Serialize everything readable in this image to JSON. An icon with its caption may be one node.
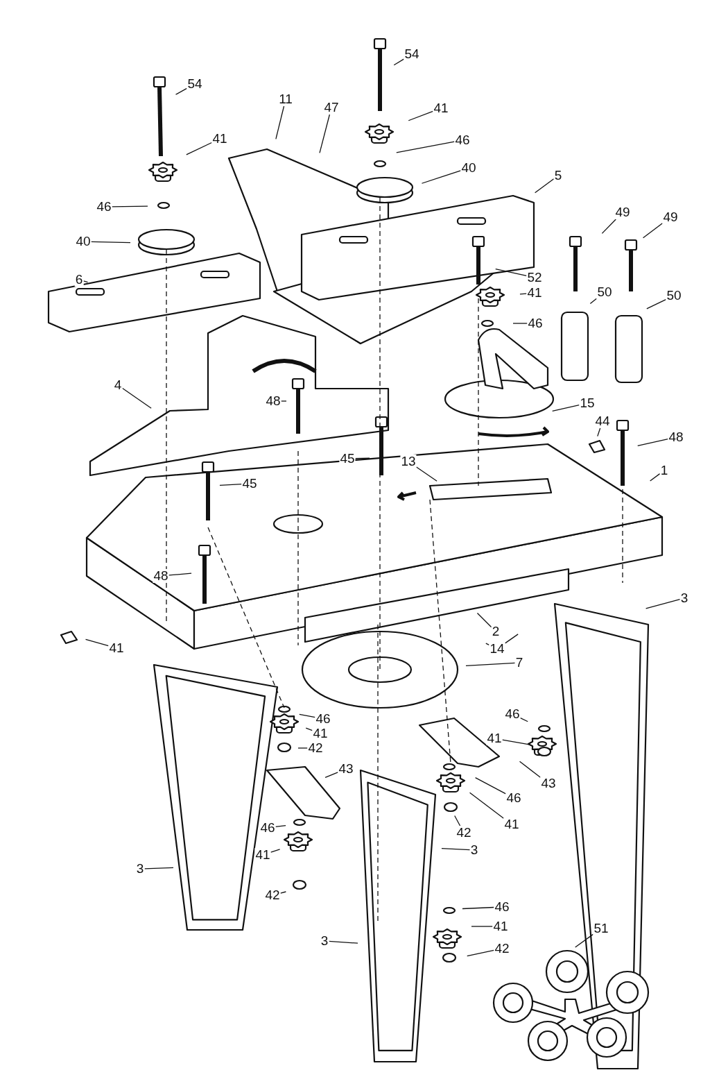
{
  "diagram": {
    "nodes": [
      {
        "text": [
          "54"
        ]
      },
      {
        "text": [
          "54"
        ]
      },
      {
        "text": [
          "11"
        ]
      },
      {
        "text": [
          "47"
        ]
      },
      {
        "text": [
          "41"
        ]
      },
      {
        "text": [
          "41"
        ]
      },
      {
        "text": [
          "46"
        ]
      },
      {
        "text": [
          "40"
        ]
      },
      {
        "text": [
          "5"
        ]
      },
      {
        "text": [
          "46"
        ]
      },
      {
        "text": [
          "49"
        ]
      },
      {
        "text": [
          "49"
        ]
      },
      {
        "text": [
          "40"
        ]
      },
      {
        "text": [
          "52"
        ]
      },
      {
        "text": [
          "6"
        ]
      },
      {
        "text": [
          "50"
        ]
      },
      {
        "text": [
          "50"
        ]
      },
      {
        "text": [
          "41"
        ]
      },
      {
        "text": [
          "46"
        ]
      },
      {
        "text": [
          "4"
        ]
      },
      {
        "text": [
          "48"
        ]
      },
      {
        "text": [
          "15"
        ]
      },
      {
        "text": [
          "44"
        ]
      },
      {
        "text": [
          "48"
        ]
      },
      {
        "text": [
          "45"
        ]
      },
      {
        "text": [
          "13"
        ]
      },
      {
        "text": [
          "1"
        ]
      },
      {
        "text": [
          "45"
        ]
      },
      {
        "text": [
          "48"
        ]
      },
      {
        "text": [
          "3"
        ]
      },
      {
        "text": [
          "2"
        ]
      },
      {
        "text": [
          "41"
        ]
      },
      {
        "text": [
          "14"
        ]
      },
      {
        "text": [
          "7"
        ]
      },
      {
        "text": [
          "46"
        ]
      },
      {
        "text": [
          "46"
        ]
      },
      {
        "text": [
          "41"
        ]
      },
      {
        "text": [
          "41"
        ]
      },
      {
        "text": [
          "42"
        ]
      },
      {
        "text": [
          "43"
        ]
      },
      {
        "text": [
          "43"
        ]
      },
      {
        "text": [
          "46"
        ]
      },
      {
        "text": [
          "41"
        ]
      },
      {
        "text": [
          "42"
        ]
      },
      {
        "text": [
          "46"
        ]
      },
      {
        "text": [
          "41"
        ]
      },
      {
        "text": [
          "3"
        ]
      },
      {
        "text": [
          "3"
        ]
      },
      {
        "text": [
          "42"
        ]
      },
      {
        "text": [
          "46"
        ]
      },
      {
        "text": [
          "41"
        ]
      },
      {
        "text": [
          "51"
        ]
      },
      {
        "text": [
          "42"
        ]
      },
      {
        "text": [
          "3"
        ]
      }
    ],
    "edges": [
      {
        "from": 0,
        "to": null,
        "arrow": "none"
      },
      {
        "from": 1,
        "to": null,
        "arrow": "none"
      },
      {
        "from": 2,
        "to": null,
        "arrow": "none"
      },
      {
        "from": 3,
        "to": null,
        "arrow": "none"
      },
      {
        "from": 4,
        "to": null,
        "arrow": "none"
      },
      {
        "from": 5,
        "to": null,
        "arrow": "none"
      },
      {
        "from": 6,
        "to": null,
        "arrow": "none"
      },
      {
        "from": 7,
        "to": null,
        "arrow": "none"
      },
      {
        "from": 8,
        "to": null,
        "arrow": "none"
      },
      {
        "from": 9,
        "to": null,
        "arrow": "none"
      },
      {
        "from": 10,
        "to": null,
        "arrow": "none"
      },
      {
        "from": 11,
        "to": null,
        "arrow": "none"
      },
      {
        "from": 12,
        "to": null,
        "arrow": "none"
      },
      {
        "from": 13,
        "to": null,
        "arrow": "none"
      },
      {
        "from": 14,
        "to": null,
        "arrow": "none"
      },
      {
        "from": 15,
        "to": null,
        "arrow": "none"
      },
      {
        "from": 16,
        "to": null,
        "arrow": "none"
      },
      {
        "from": 17,
        "to": null,
        "arrow": "none"
      },
      {
        "from": 18,
        "to": null,
        "arrow": "none"
      },
      {
        "from": 19,
        "to": null,
        "arrow": "none"
      },
      {
        "from": 20,
        "to": null,
        "arrow": "none"
      },
      {
        "from": 21,
        "to": null,
        "arrow": "none"
      },
      {
        "from": 22,
        "to": null,
        "arrow": "none"
      },
      {
        "from": 23,
        "to": null,
        "arrow": "none"
      },
      {
        "from": 24,
        "to": null,
        "arrow": "none"
      },
      {
        "from": 25,
        "to": null,
        "arrow": "none"
      },
      {
        "from": 26,
        "to": null,
        "arrow": "none"
      },
      {
        "from": 27,
        "to": null,
        "arrow": "none"
      },
      {
        "from": 28,
        "to": null,
        "arrow": "none"
      },
      {
        "from": 29,
        "to": null,
        "arrow": "none"
      },
      {
        "from": 30,
        "to": null,
        "arrow": "none"
      },
      {
        "from": 31,
        "to": null,
        "arrow": "none"
      },
      {
        "from": 32,
        "to": null,
        "arrow": "none"
      },
      {
        "from": 32,
        "to": null,
        "arrow": "none"
      },
      {
        "from": 33,
        "to": null,
        "arrow": "none"
      },
      {
        "from": 34,
        "to": null,
        "arrow": "none"
      },
      {
        "from": 35,
        "to": null,
        "arrow": "none"
      },
      {
        "from": 36,
        "to": null,
        "arrow": "none"
      },
      {
        "from": 37,
        "to": null,
        "arrow": "none"
      },
      {
        "from": 38,
        "to": null,
        "arrow": "none"
      },
      {
        "from": 39,
        "to": null,
        "arrow": "none"
      },
      {
        "from": 40,
        "to": null,
        "arrow": "none"
      },
      {
        "from": 41,
        "to": null,
        "arrow": "none"
      },
      {
        "from": 42,
        "to": null,
        "arrow": "none"
      },
      {
        "from": 43,
        "to": null,
        "arrow": "none"
      },
      {
        "from": 44,
        "to": null,
        "arrow": "none"
      },
      {
        "from": 45,
        "to": null,
        "arrow": "none"
      },
      {
        "from": 46,
        "to": null,
        "arrow": "none"
      },
      {
        "from": 47,
        "to": null,
        "arrow": "none"
      },
      {
        "from": 48,
        "to": null,
        "arrow": "none"
      },
      {
        "from": 49,
        "to": null,
        "arrow": "none"
      },
      {
        "from": 50,
        "to": null,
        "arrow": "none"
      },
      {
        "from": 51,
        "to": null,
        "arrow": "none"
      },
      {
        "from": 52,
        "to": null,
        "arrow": "none"
      },
      {
        "from": 53,
        "to": null,
        "arrow": "none"
      }
    ]
  }
}
